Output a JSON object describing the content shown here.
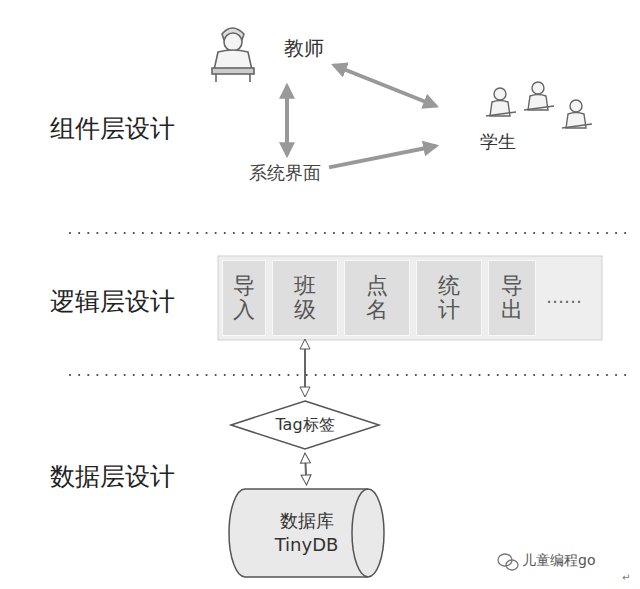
{
  "diagram": {
    "nodes": [
      {
        "text": [
          "教师"
        ]
      },
      {
        "text": [
          "系统界面"
        ]
      },
      {
        "text": [
          "学生"
        ]
      },
      {
        "text": [
          "导入"
        ]
      },
      {
        "text": [
          "班级"
        ]
      },
      {
        "text": [
          "点名"
        ]
      },
      {
        "text": [
          "统计"
        ]
      },
      {
        "text": [
          "导出"
        ]
      },
      {
        "text": [
          "Tag标签"
        ]
      },
      {
        "text": [
          "数据库 TinyDB"
        ]
      }
    ],
    "edges": [
      {
        "from": 0,
        "to": 2,
        "arrow": "both"
      },
      {
        "from": 0,
        "to": 1,
        "arrow": "both"
      },
      {
        "from": 1,
        "to": 2,
        "arrow": "to"
      },
      {
        "from": 4,
        "to": 8,
        "arrow": "both"
      },
      {
        "from": 8,
        "to": 9,
        "arrow": "both"
      }
    ],
    "labels": [
      "组件层设计",
      "逻辑层设计",
      "数据层设计",
      "……",
      "儿童编程go",
      "↵"
    ]
  }
}
